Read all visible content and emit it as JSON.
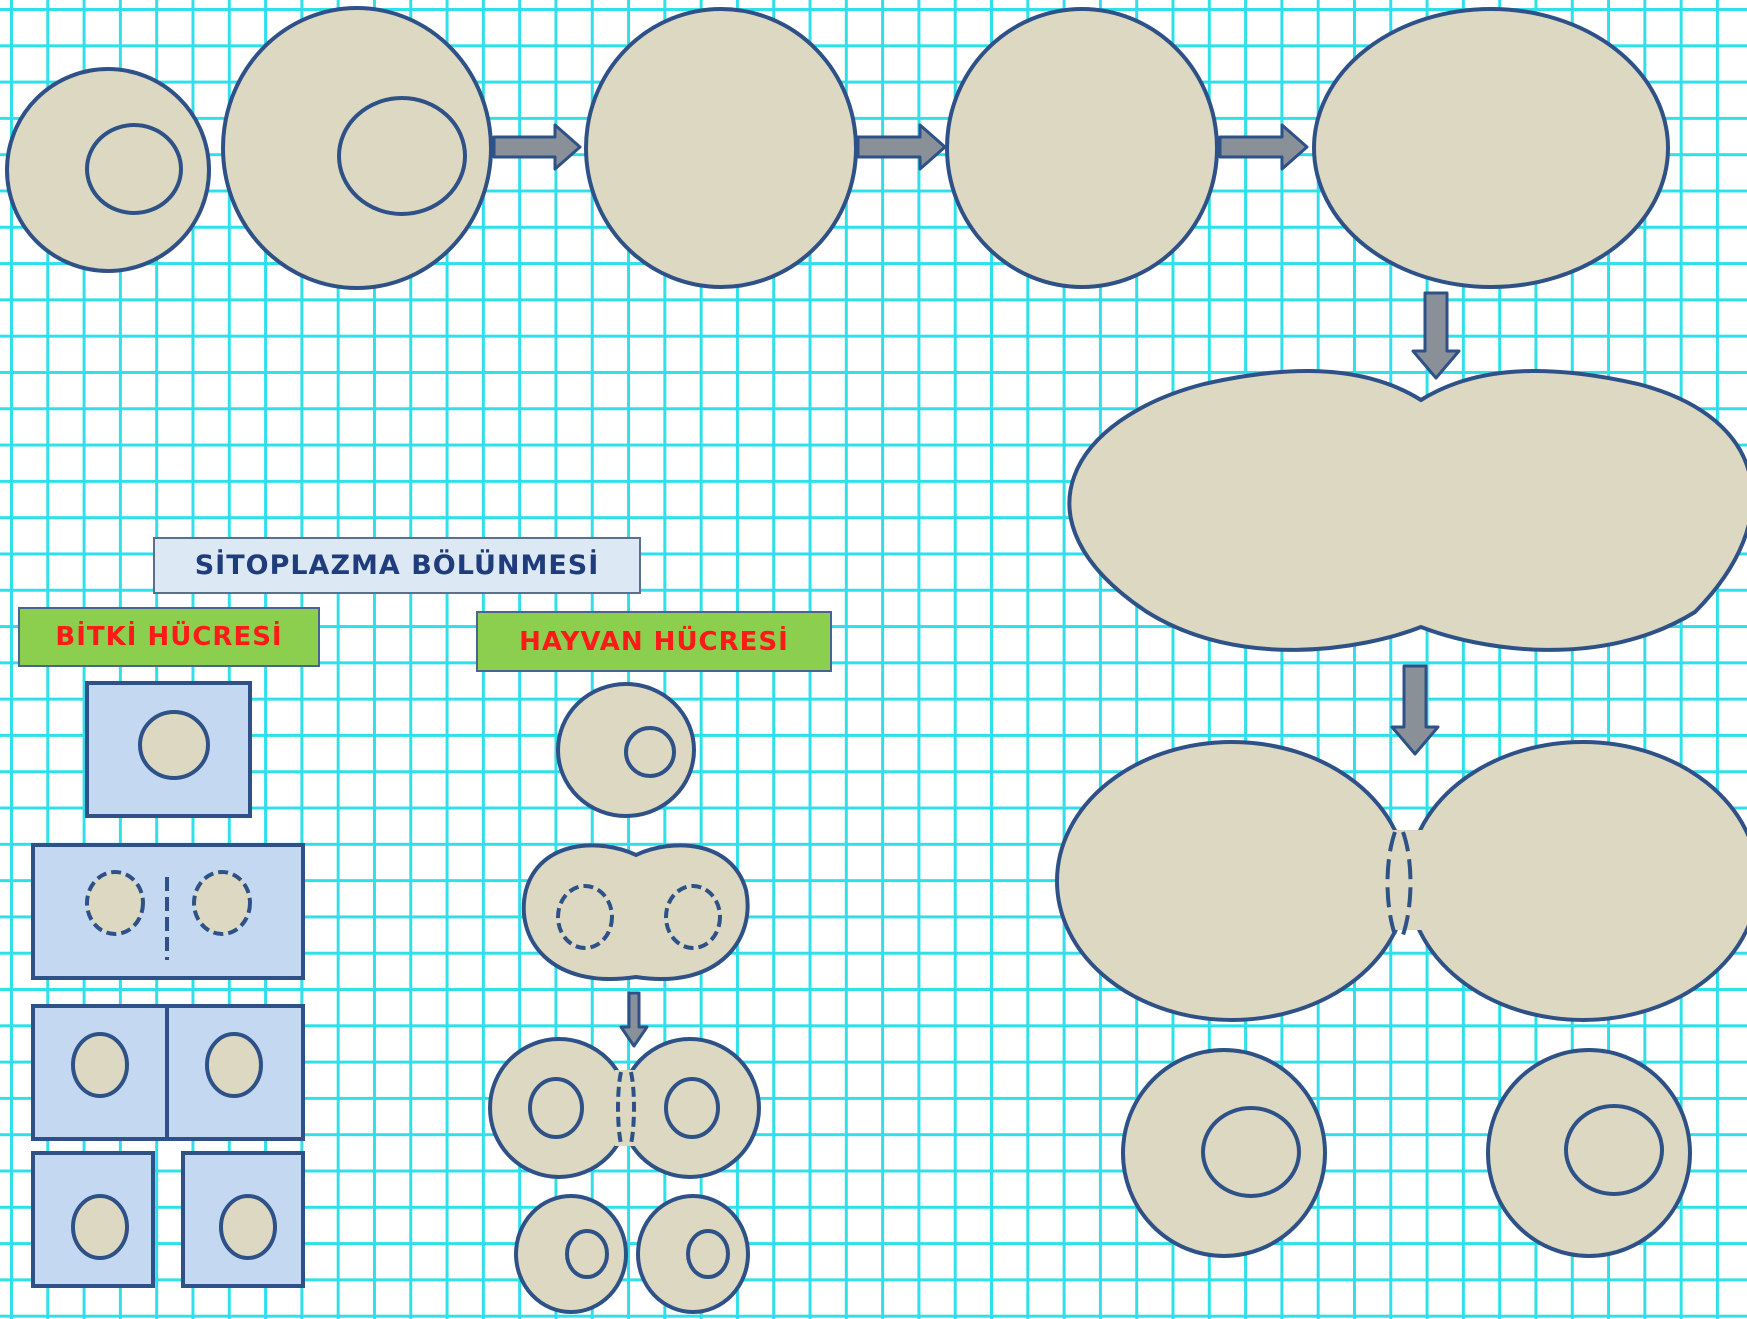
{
  "title": "SİTOPLAZMA BÖLÜNMESİ",
  "plant_label": "BİTKİ HÜCRESİ",
  "animal_label": "HAYVAN HÜCRESİ",
  "colors": {
    "cytoplasm": "#dcd8c2",
    "outline": "#2e5287",
    "plant_cell_fill": "#c5d8f2",
    "arrow_fill": "#8a9098",
    "grid": "#2fe0ea",
    "label_green": "#8ccf4e",
    "label_red": "#ff1a1a",
    "title_fill": "#dde8f5",
    "title_text": "#1f3d7a"
  }
}
